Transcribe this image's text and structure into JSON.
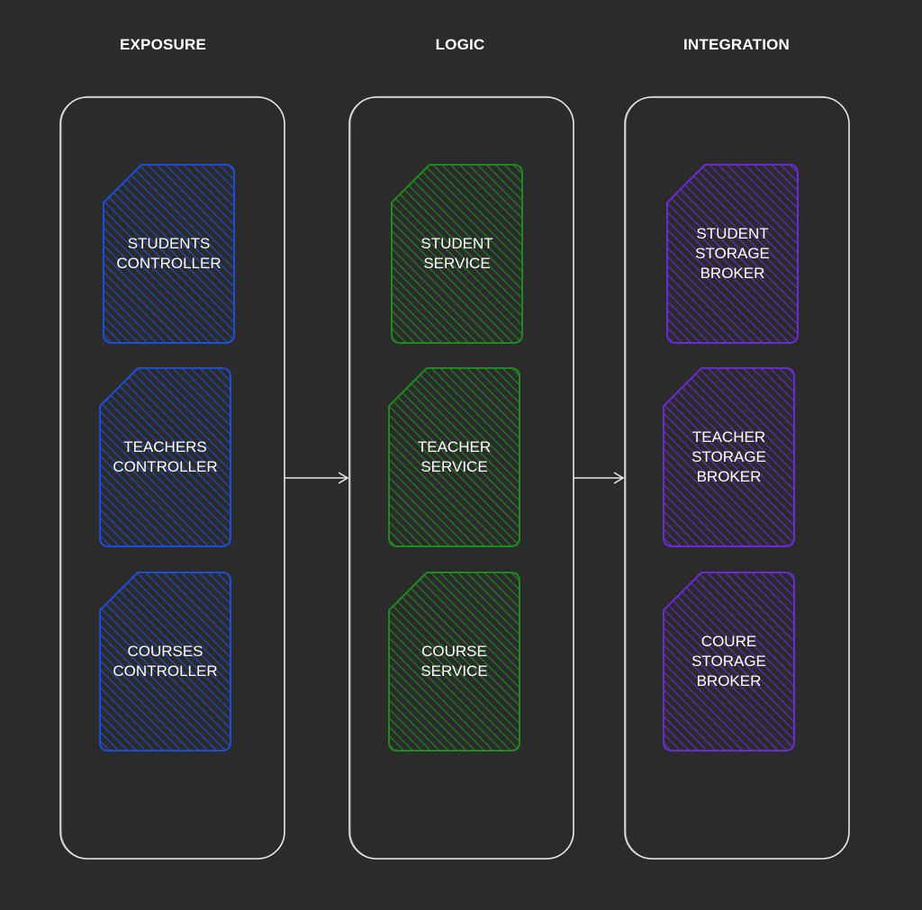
{
  "colors": {
    "background": "#2b2b2b",
    "outline": "#e6e6e6",
    "exposure": "#1f4ed6",
    "logic": "#1f8a1f",
    "integration": "#6a2ad6"
  },
  "columns": [
    {
      "title": "EXPOSURE",
      "color_key": "exposure",
      "cards": [
        {
          "lines": [
            "STUDENTS",
            "CONTROLLER"
          ]
        },
        {
          "lines": [
            "TEACHERS",
            "CONTROLLER"
          ]
        },
        {
          "lines": [
            "COURSES",
            "CONTROLLER"
          ]
        }
      ]
    },
    {
      "title": "LOGIC",
      "color_key": "logic",
      "cards": [
        {
          "lines": [
            "STUDENT",
            "SERVICE"
          ]
        },
        {
          "lines": [
            "TEACHER",
            "SERVICE"
          ]
        },
        {
          "lines": [
            "COURSE",
            "SERVICE"
          ]
        }
      ]
    },
    {
      "title": "INTEGRATION",
      "color_key": "integration",
      "cards": [
        {
          "lines": [
            "STUDENT",
            "STORAGE",
            "BROKER"
          ]
        },
        {
          "lines": [
            "TEACHER",
            "STORAGE",
            "BROKER"
          ]
        },
        {
          "lines": [
            "COURE",
            "STORAGE",
            "BROKER"
          ]
        }
      ]
    }
  ],
  "connections": [
    {
      "from": "EXPOSURE",
      "to": "LOGIC"
    },
    {
      "from": "LOGIC",
      "to": "INTEGRATION"
    }
  ]
}
